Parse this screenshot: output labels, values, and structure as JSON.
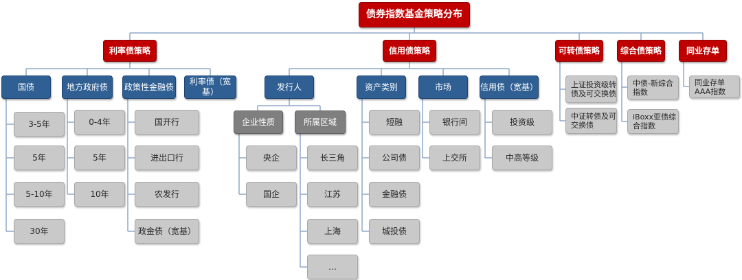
{
  "root": "债券指数基金策略分布",
  "categories": {
    "rate": "利率债策略",
    "credit": "信用债策略",
    "convertible": "可转债策略",
    "comprehensive": "综合债策略",
    "interbank": "同业存单"
  },
  "rate_groups": {
    "treasury": {
      "label": "国债",
      "items": [
        "3-5年",
        "5年",
        "5-10年",
        "30年"
      ]
    },
    "local_gov": {
      "label": "地方政府债",
      "items": [
        "0-4年",
        "5年",
        "10年"
      ]
    },
    "policy_bank": {
      "label": "政策性金融债",
      "items": [
        "国开行",
        "进出口行",
        "农发行",
        "政金债（宽基）"
      ]
    },
    "rate_broad": {
      "label": "利率债（宽基）"
    }
  },
  "credit_groups": {
    "issuer": {
      "label": "发行人",
      "enterprise_nature": {
        "label": "企业性质",
        "items": [
          "央企",
          "国企"
        ]
      },
      "region": {
        "label": "所属区域",
        "items": [
          "长三角",
          "江苏",
          "上海",
          "…"
        ]
      }
    },
    "asset_class": {
      "label": "资产类别",
      "items": [
        "短融",
        "公司债",
        "金融债",
        "城投债"
      ]
    },
    "market": {
      "label": "市场",
      "items": [
        "银行间",
        "上交所"
      ]
    },
    "credit_broad": {
      "label": "信用债（宽基）",
      "items": [
        "投资级",
        "中高等级"
      ]
    }
  },
  "convertible_items": [
    "上证投资级转债及可交换债",
    "中证转债及可交换债"
  ],
  "comprehensive_items": [
    "中债-新综合指数",
    "iBoxx亚债综合指数"
  ],
  "interbank_items": [
    "同业存单AAA指数"
  ],
  "colors": {
    "red": "#c00000",
    "blue": "#2f5f93",
    "dark_gray": "#7f7f7f",
    "light_gray": "#c9c9c9",
    "line": "#8ea9c8"
  }
}
